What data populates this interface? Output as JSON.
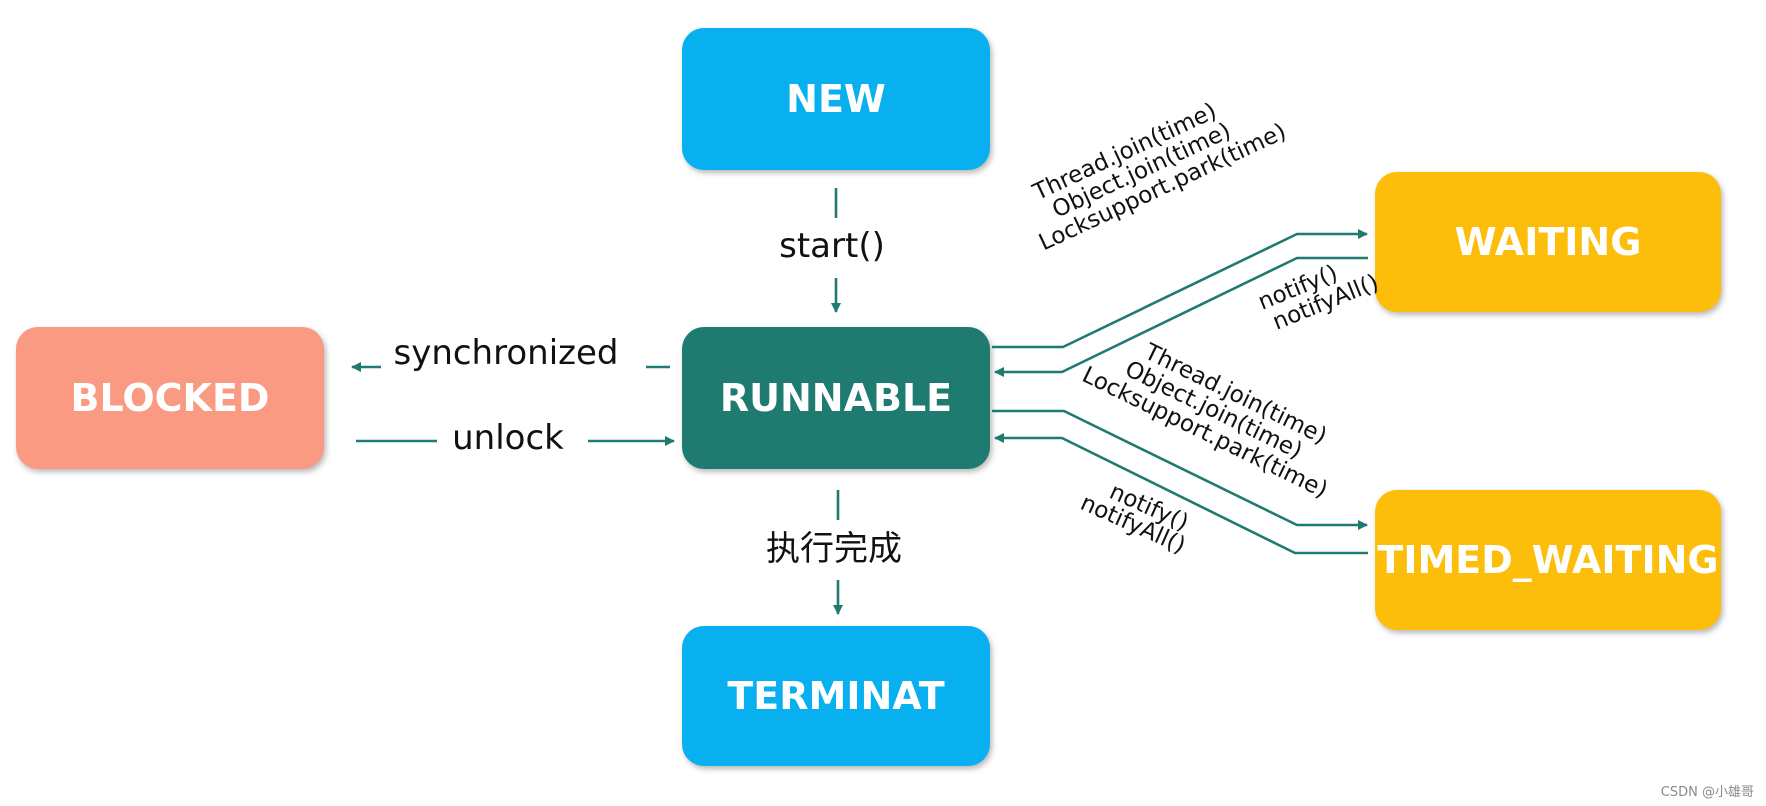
{
  "colors": {
    "new": "#08b0ef",
    "runnable": "#1f7a70",
    "blocked": "#fa9a83",
    "waiting": "#fcbe0b",
    "timed_waiting": "#fcbe0b",
    "terminated": "#08b0ef",
    "arrow": "#1f7a70"
  },
  "states": {
    "new": "NEW",
    "runnable": "RUNNABLE",
    "blocked": "BLOCKED",
    "waiting": "WAITING",
    "timed_waiting": "TIMED_WAITING",
    "terminated": "TERMINAT"
  },
  "transitions": {
    "start": "start()",
    "synchronized": "synchronized",
    "unlock": "unlock",
    "finished": "执行完成",
    "to_waiting": [
      "Thread.join(time)",
      "Object.join(time)",
      "Locksupport.park(time)"
    ],
    "from_waiting": [
      "notify()",
      "notifyAll()"
    ],
    "to_timed_waiting": [
      "Thread.join(time)",
      "Object.join(time)",
      "Locksupport.park(time)"
    ],
    "from_timed_waiting": [
      "notify()",
      "notifyAll()"
    ]
  },
  "watermark": "CSDN @小雄哥"
}
